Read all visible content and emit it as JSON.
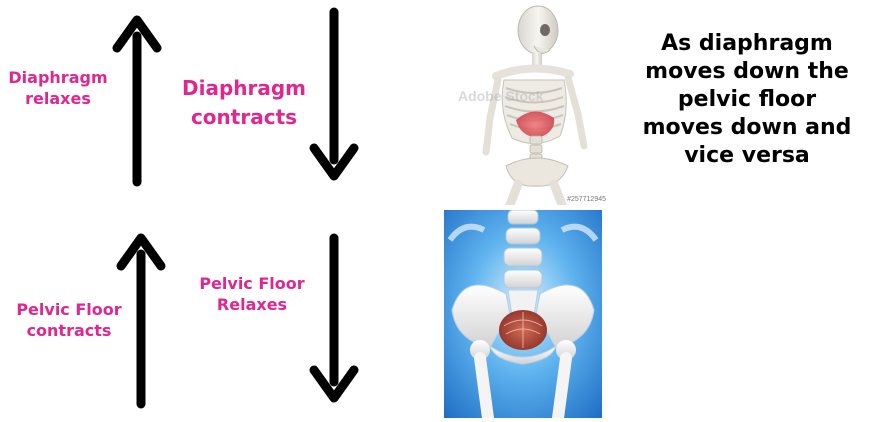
{
  "labels": {
    "diaphragm_relaxes": "Diaphragm\nrelaxes",
    "diaphragm_contracts": "Diaphragm\ncontracts",
    "pelvic_floor_contracts": "Pelvic Floor\ncontracts",
    "pelvic_floor_relaxes": "Pelvic Floor\nRelaxes"
  },
  "explanation": "As diaphragm\nmoves down the\npelvic floor\nmoves down and\nvice versa",
  "images": {
    "skeleton_watermark": "Adobe Stock",
    "skeleton_caption": "#257712945"
  },
  "arrows": {
    "diaphragm_relaxes": "up",
    "diaphragm_contracts": "down",
    "pelvic_floor_contracts": "up",
    "pelvic_floor_relaxes": "down"
  },
  "colors": {
    "label_pink": "#e0268f",
    "arrow": "#000000",
    "text": "#000000",
    "pelvis_background": "#2b7fd4"
  }
}
